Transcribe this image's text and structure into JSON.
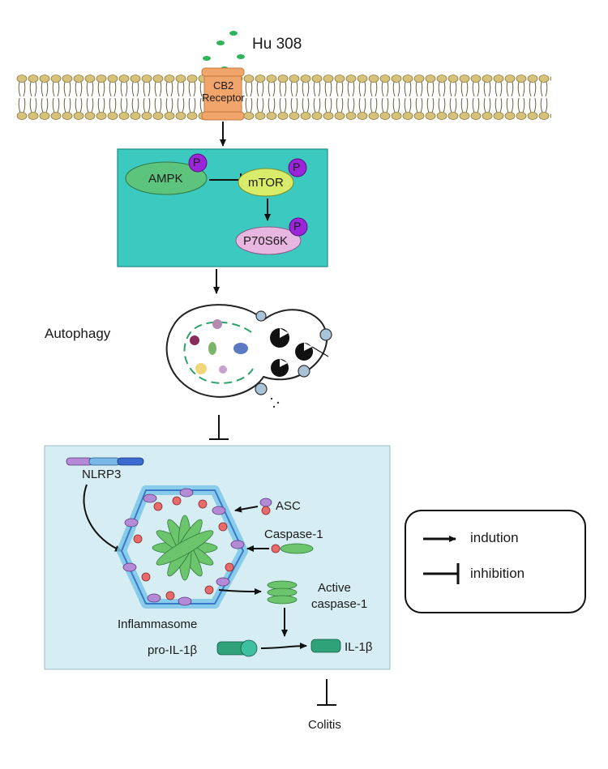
{
  "ligand": {
    "label": "Hu 308"
  },
  "receptor": {
    "line1": "CB2",
    "line2": "Receptor"
  },
  "signaling": {
    "ampk": "AMPK",
    "mtor": "mTOR",
    "p70s6k": "P70S6K",
    "phospho": "P"
  },
  "autophagy": {
    "label": "Autophagy"
  },
  "inflammasome_panel": {
    "nlrp3": "NLRP3",
    "asc": "ASC",
    "caspase1": "Caspase-1",
    "active_caspase_line1": "Active",
    "active_caspase_line2": "caspase-1",
    "inflammasome": "Inflammasome",
    "pro_il1b": "pro-IL-1β",
    "il1b": "IL-1β"
  },
  "outcome": {
    "label": "Colitis"
  },
  "legend": {
    "induction": "indution",
    "inhibition": "inhibition"
  },
  "colors": {
    "membrane": "#d8c27a",
    "receptor": "#f2a56a",
    "signal_box": "#3cc9bf",
    "ampk": "#5cc47c",
    "mtor": "#d8ec6a",
    "p70s6k": "#e7b7e2",
    "phospho": "#9b25d9",
    "panel": "#d5edf3"
  }
}
